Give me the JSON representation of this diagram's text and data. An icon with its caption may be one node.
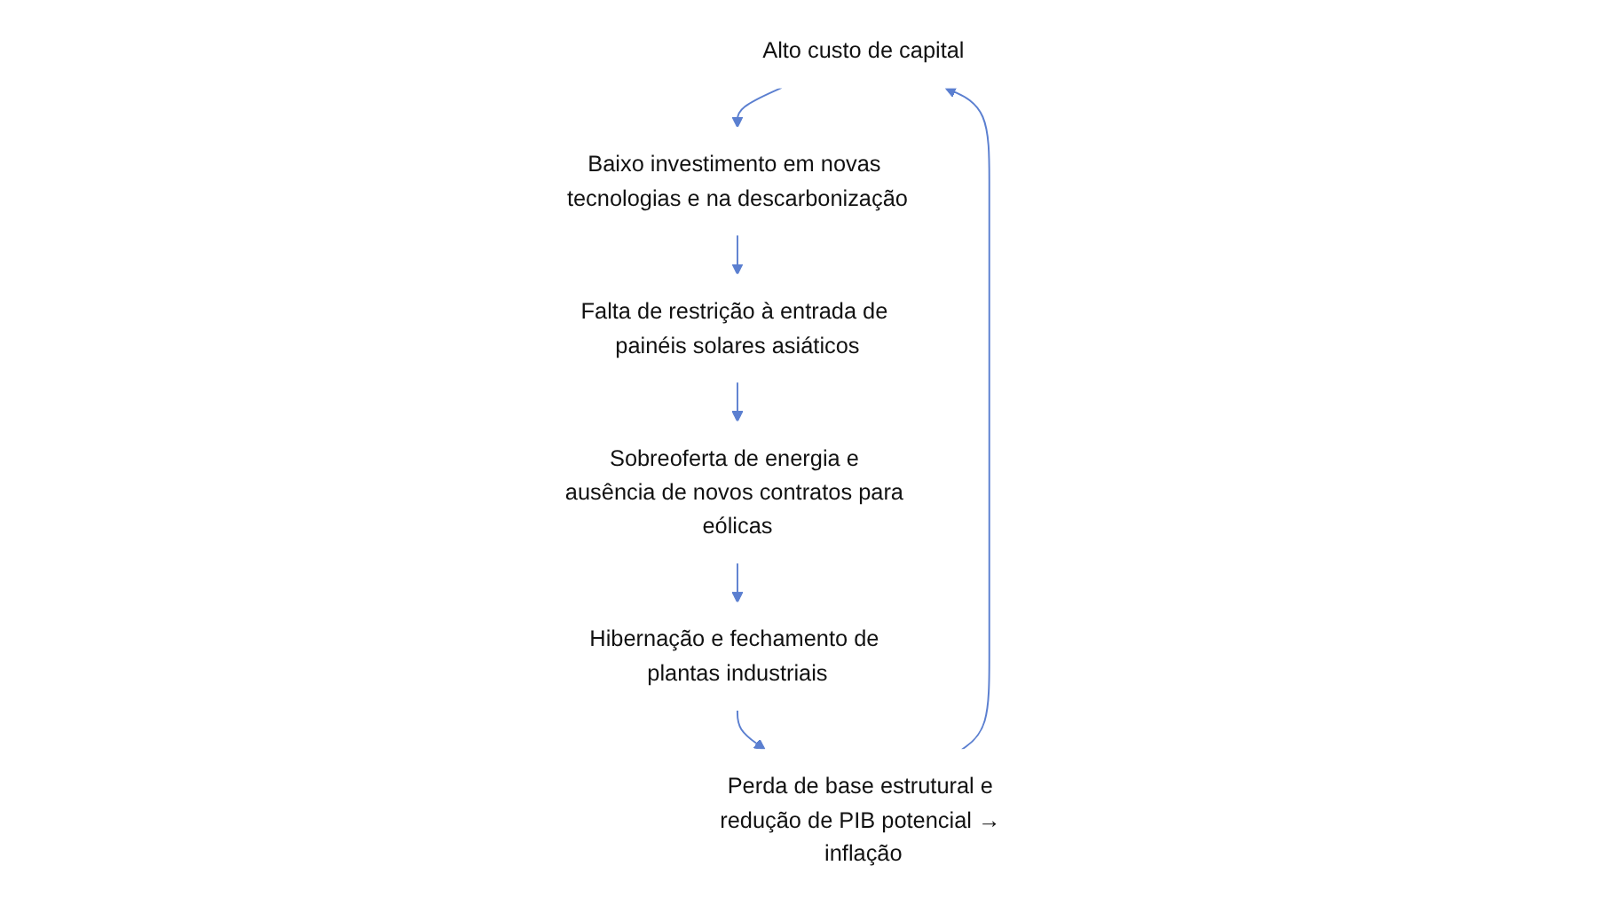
{
  "diagram": {
    "nodes": [
      {
        "text": [
          "Alto custo de capital"
        ]
      },
      {
        "text": [
          "Baixo investimento em novas tecnologias e na descarbonização"
        ]
      },
      {
        "text": [
          "Falta de restrição à entrada de painéis solares asiáticos"
        ]
      },
      {
        "text": [
          "Sobreoferta de energia e ausência de novos contratos para eólicas"
        ]
      },
      {
        "text": [
          "Hibernação e fechamento de plantas industriais"
        ]
      },
      {
        "text": [
          "Perda de base estrutural e redução de PIB potencial → inflação"
        ]
      }
    ],
    "edges": [
      {
        "from": 0,
        "to": 1,
        "arrow": "to"
      },
      {
        "from": 1,
        "to": 2,
        "arrow": "to"
      },
      {
        "from": 2,
        "to": 3,
        "arrow": "to"
      },
      {
        "from": 3,
        "to": 4,
        "arrow": "to"
      },
      {
        "from": 4,
        "to": 5,
        "arrow": "to"
      },
      {
        "from": 5,
        "to": 0,
        "arrow": "to"
      }
    ]
  }
}
